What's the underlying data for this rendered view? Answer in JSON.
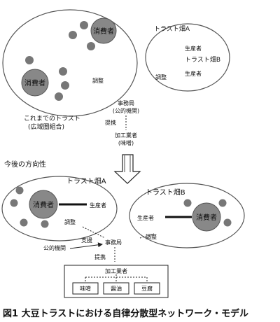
{
  "top": {
    "consumer_label": "消費者",
    "adjust_left": "調整",
    "adjust_right": "調整",
    "trust_a": "トラスト畑A",
    "trust_b": "トラスト畑B",
    "producer_1": "生産者",
    "producer_2": "生産者",
    "office_line1": "事務局",
    "office_line2": "(公的機関)",
    "partnership": "提携",
    "processor_line1": "加工業者",
    "processor_line2": "(味噌)",
    "legacy_line1": "これまでのトラスト",
    "legacy_line2": "(広域圏組合)"
  },
  "bottom": {
    "future_heading": "今後の方向性",
    "trust_a": "トラスト畑A",
    "trust_b": "トラスト畑B",
    "consumer_left": "消費者",
    "consumer_right": "消費者",
    "producer_left": "生産者",
    "producer_right": "生産者",
    "adjust_left": "調整",
    "adjust_right": "調整",
    "support": "支援",
    "public_agency": "公的機関",
    "office": "事務局",
    "partnership": "提携",
    "processor": "加工業者",
    "products": [
      "味噌",
      "醤油",
      "豆腐"
    ]
  },
  "caption": "図1  大豆トラストにおける自律分散型ネットワーク・モデル"
}
